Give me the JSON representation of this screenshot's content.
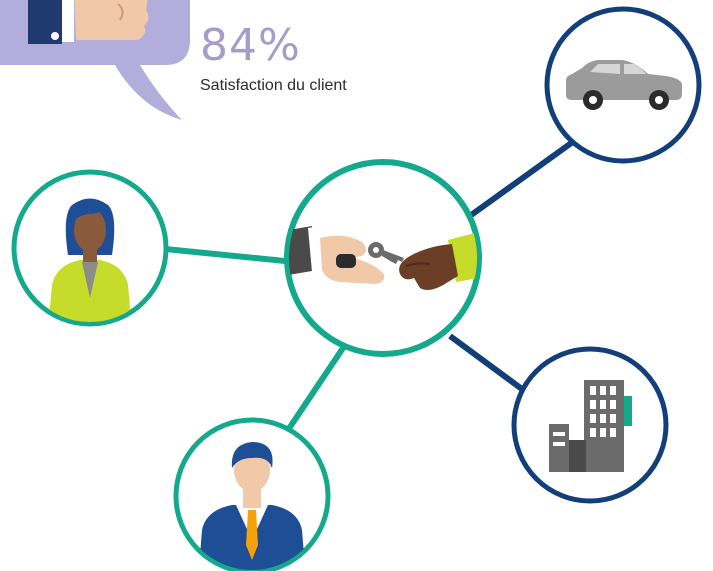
{
  "stat": {
    "value": "84%",
    "label": "Satisfaction du client"
  },
  "colors": {
    "teal": "#14a98c",
    "navy": "#123f7a",
    "bubble": "#b3addb",
    "blazer_yellow": "#c6db2a",
    "suit_blue": "#1e4f96",
    "tie_orange": "#f4a20c",
    "car_gray": "#9b9b9b",
    "building_gray": "#6b6b6b"
  },
  "nodes": [
    {
      "name": "handshake-node",
      "icon": "handshake-key-icon"
    },
    {
      "name": "woman-node",
      "icon": "woman-avatar-icon"
    },
    {
      "name": "man-node",
      "icon": "businessman-avatar-icon"
    },
    {
      "name": "car-node",
      "icon": "car-icon"
    },
    {
      "name": "building-node",
      "icon": "office-building-icon"
    }
  ]
}
